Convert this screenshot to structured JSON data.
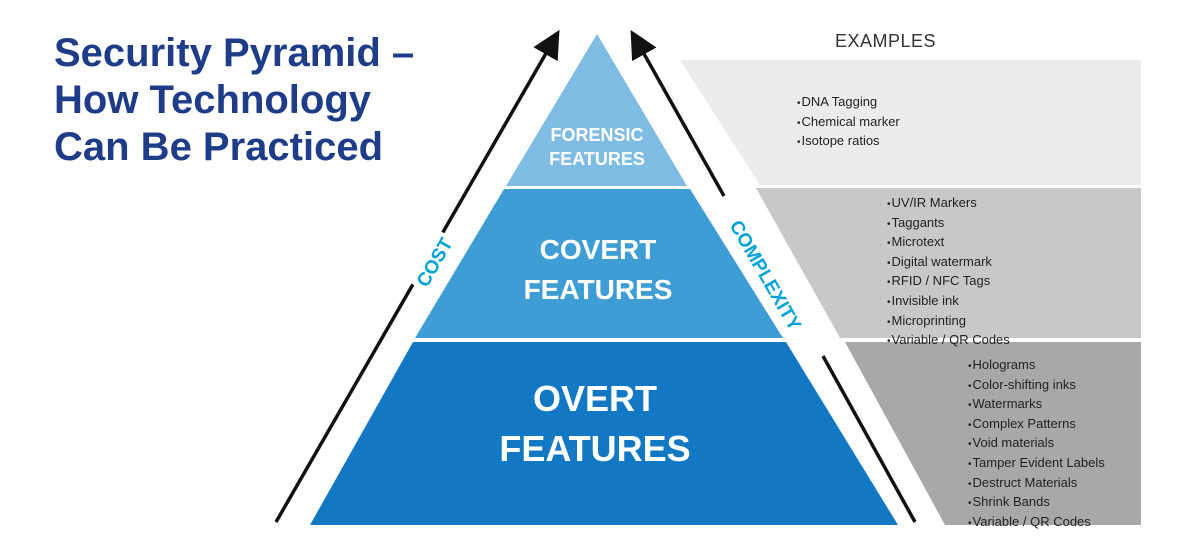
{
  "title_lines": [
    "Security Pyramid –",
    "How Technology",
    "Can Be Practiced"
  ],
  "examples_header": "EXAMPLES",
  "axis_labels": {
    "left": "COST",
    "right": "COMPLEXITY"
  },
  "tiers": [
    {
      "id": "forensic",
      "line1": "FORENSIC",
      "line2": "FEATURES",
      "color": "#7fbce3",
      "examples": [
        "DNA Tagging",
        "Chemical marker",
        "Isotope ratios"
      ],
      "panel_color": "#ececec"
    },
    {
      "id": "covert",
      "line1": "COVERT",
      "line2": "FEATURES",
      "color": "#3f9dd6",
      "examples": [
        "UV/IR Markers",
        "Taggants",
        "Microtext",
        "Digital watermark",
        "RFID / NFC Tags",
        "Invisible ink",
        "Microprinting",
        "Variable / QR Codes"
      ],
      "panel_color": "#c8c8c8"
    },
    {
      "id": "overt",
      "line1": "OVERT",
      "line2": "FEATURES",
      "color": "#1278c4",
      "examples": [
        "Holograms",
        "Color-shifting inks",
        "Watermarks",
        "Complex Patterns",
        "Void materials",
        "Tamper Evident Labels",
        "Destruct Materials",
        "Shrink Bands",
        "Variable / QR Codes"
      ],
      "panel_color": "#a8a8a8"
    }
  ],
  "colors": {
    "title": "#1f3c88",
    "axis_label": "#00a3d9",
    "arrow": "#111111",
    "tier_text": "#ffffff"
  }
}
